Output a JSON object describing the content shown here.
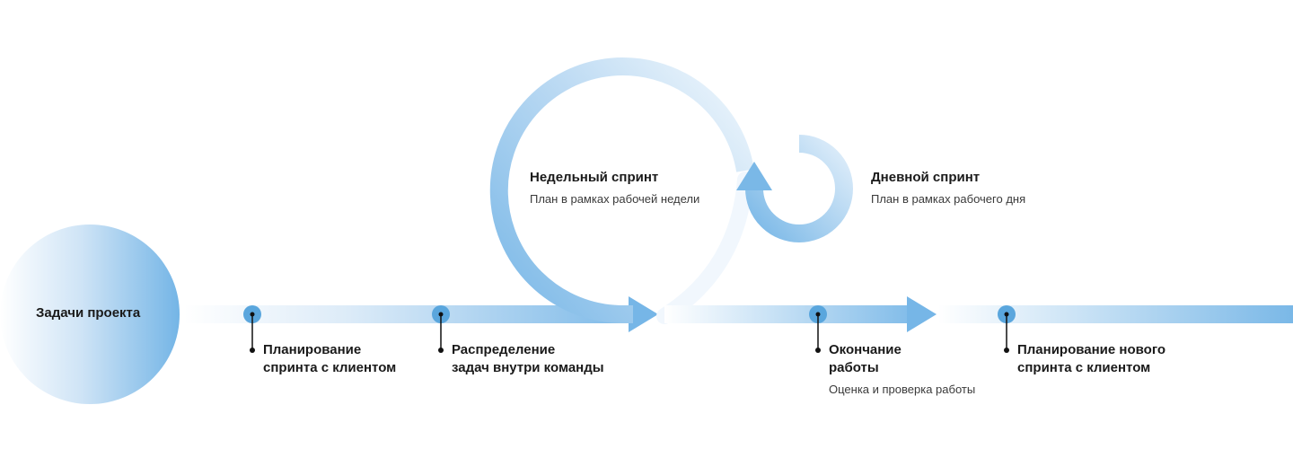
{
  "project": {
    "label": "Задачи проекта"
  },
  "steps": [
    {
      "line1": "Планирование",
      "line2": "спринта с клиентом"
    },
    {
      "line1": "Распределение",
      "line2": "задач внутри команды"
    },
    {
      "line1": "Окончание",
      "line2": "работы",
      "note": "Оценка и проверка работы"
    },
    {
      "line1": "Планирование нового",
      "line2": "спринта с клиентом"
    }
  ],
  "weekly_sprint": {
    "title": "Недельный спринт",
    "subtitle": "План в рамках рабочей недели"
  },
  "daily_sprint": {
    "title": "Дневной спринт",
    "subtitle": "План в рамках рабочего дня"
  },
  "colors": {
    "accent": "#6fb3e6",
    "accent_light": "#d6e9f8",
    "dot": "#5aa6dd",
    "marker": "#111111"
  }
}
